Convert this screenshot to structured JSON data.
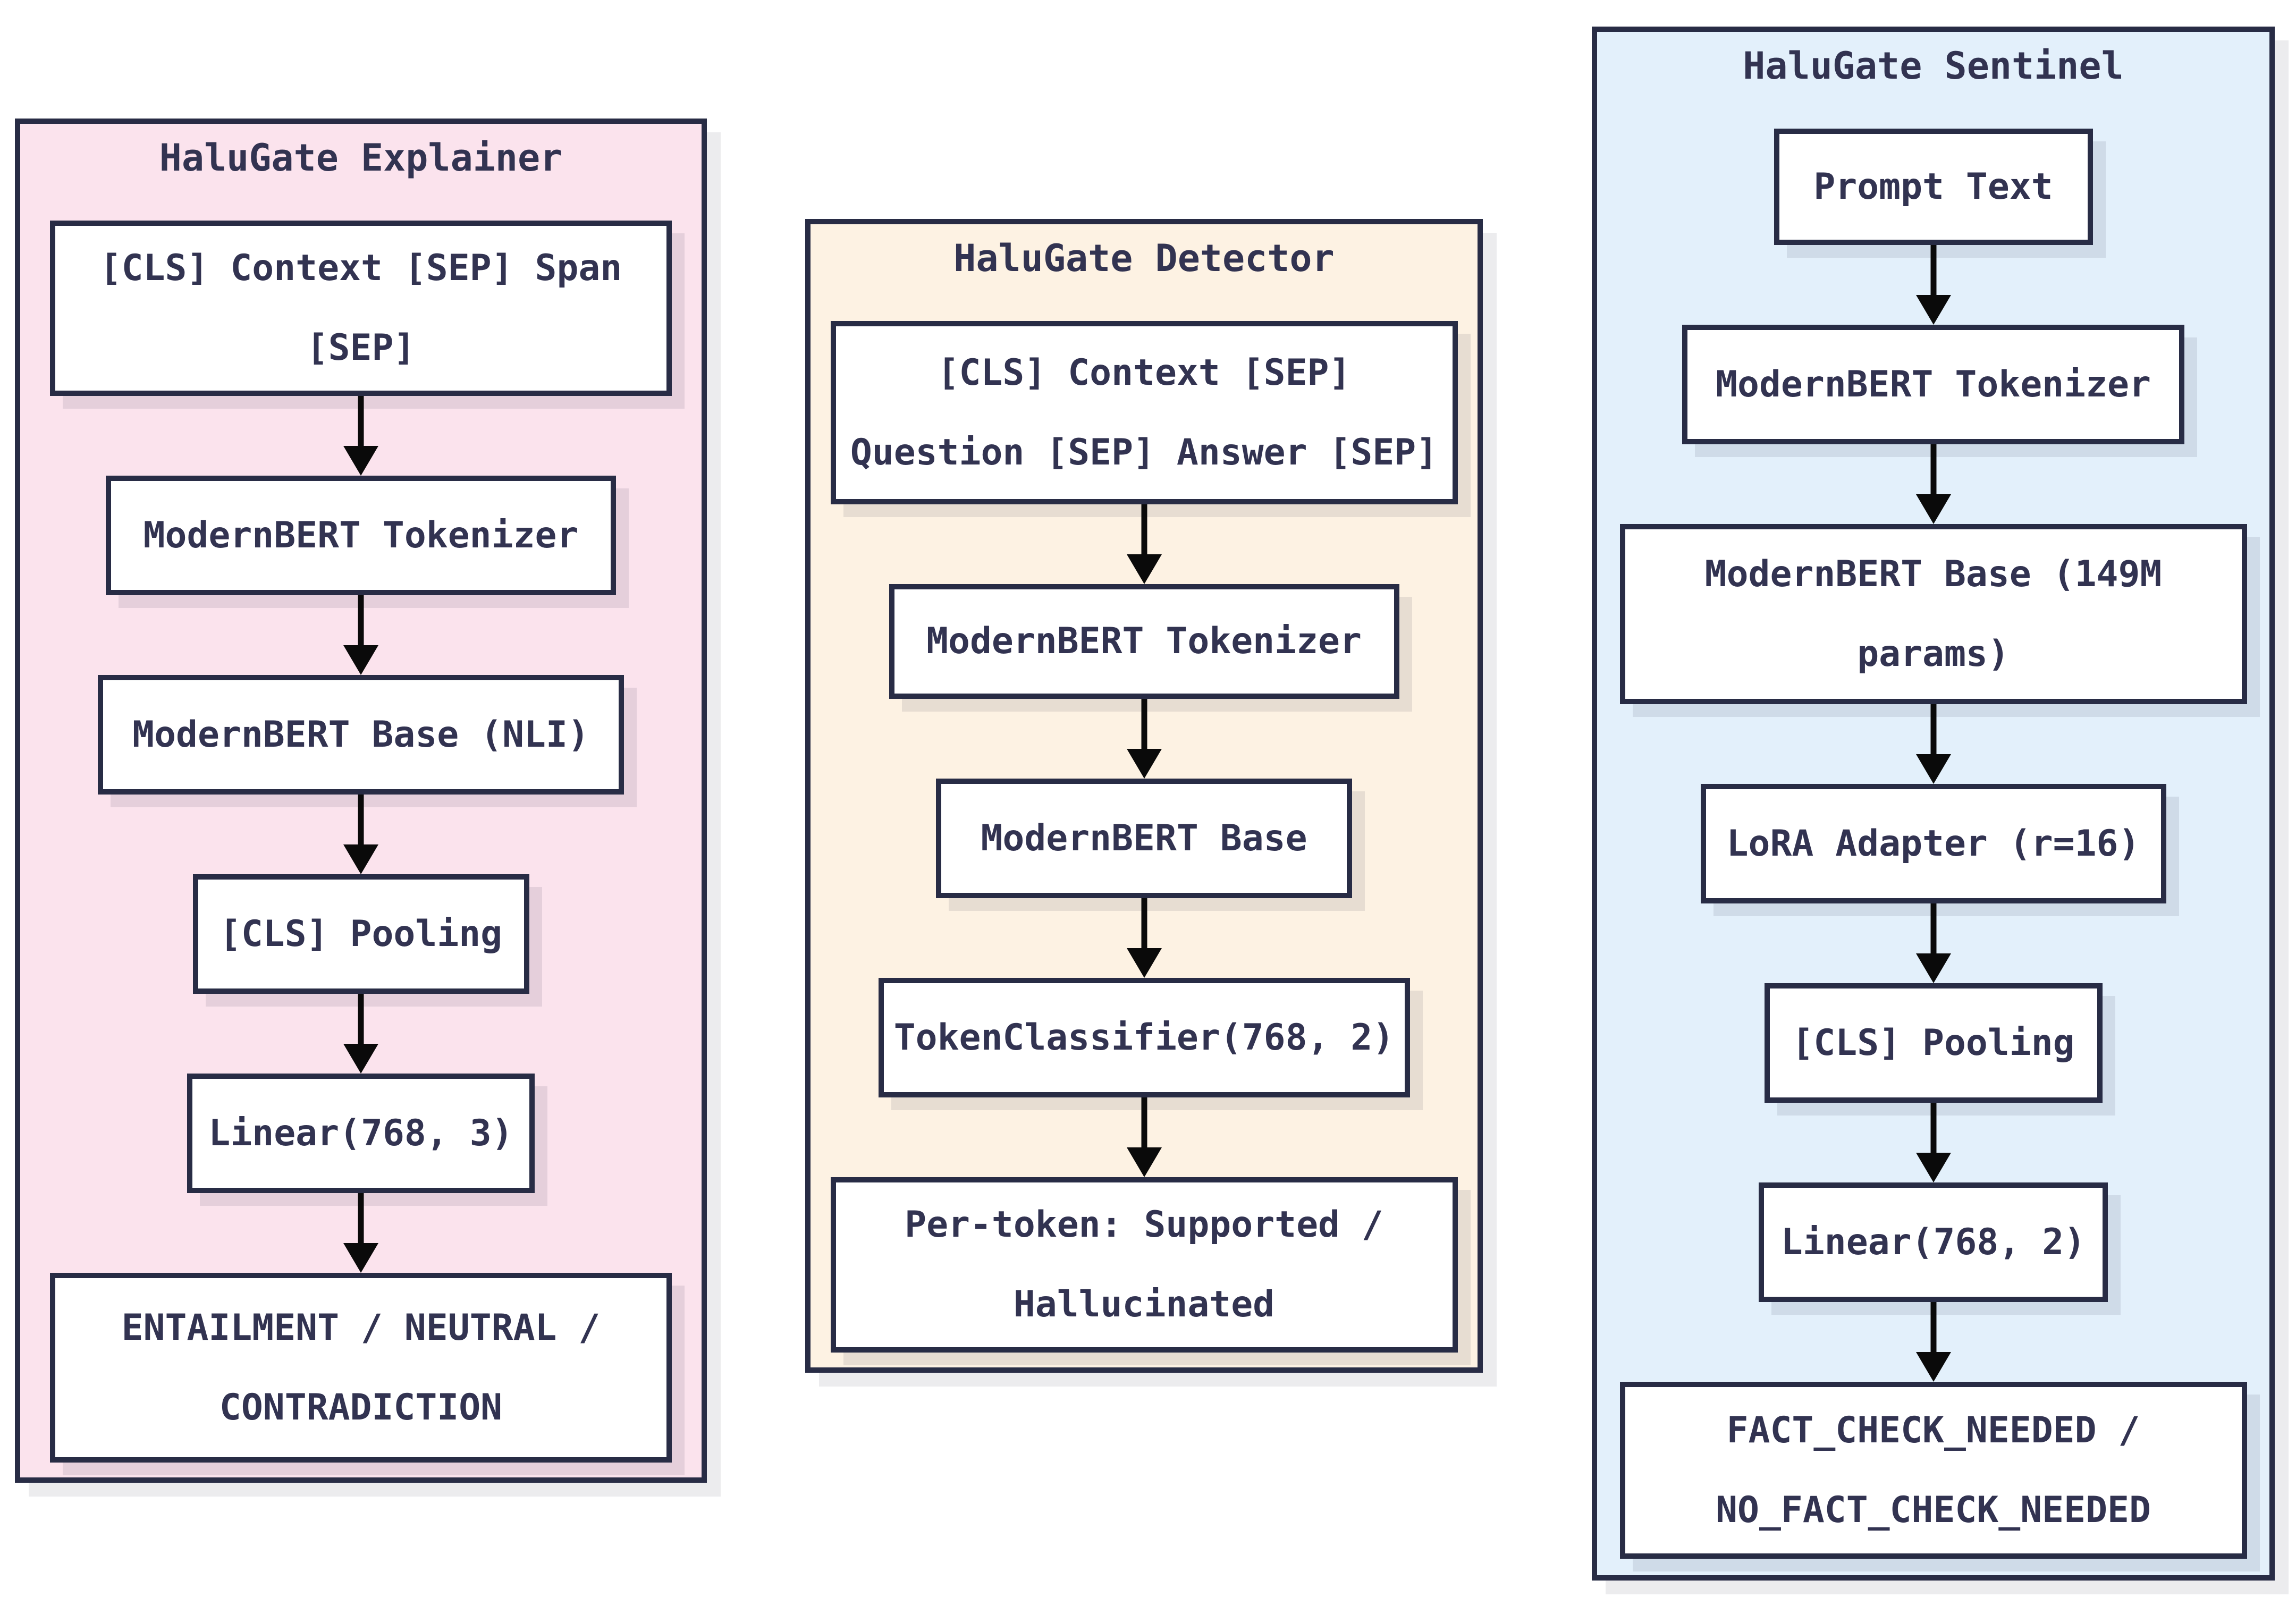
{
  "diagram": {
    "panels": [
      {
        "title": "HaluGate Explainer",
        "nodes": [
          "[CLS] Context [SEP] Span\n[SEP]",
          "ModernBERT Tokenizer",
          "ModernBERT Base (NLI)",
          "[CLS] Pooling",
          "Linear(768, 3)",
          "ENTAILMENT / NEUTRAL /\nCONTRADICTION"
        ]
      },
      {
        "title": "HaluGate Detector",
        "nodes": [
          "[CLS] Context [SEP]\nQuestion [SEP] Answer [SEP]",
          "ModernBERT Tokenizer",
          "ModernBERT Base",
          "TokenClassifier(768, 2)",
          "Per-token: Supported /\nHallucinated"
        ]
      },
      {
        "title": "HaluGate Sentinel",
        "nodes": [
          "Prompt Text",
          "ModernBERT Tokenizer",
          "ModernBERT Base (149M\nparams)",
          "LoRA Adapter (r=16)",
          "[CLS] Pooling",
          "Linear(768, 2)",
          "FACT_CHECK_NEEDED /\nNO_FACT_CHECK_NEEDED"
        ]
      }
    ],
    "colors": {
      "panel_backgrounds": [
        "#fbe3ed",
        "#fdf2e3",
        "#e3f0fb"
      ],
      "border": "#282c45",
      "text": "#323351",
      "arrow": "#0a0a0a",
      "node_background": "#ffffff"
    }
  }
}
